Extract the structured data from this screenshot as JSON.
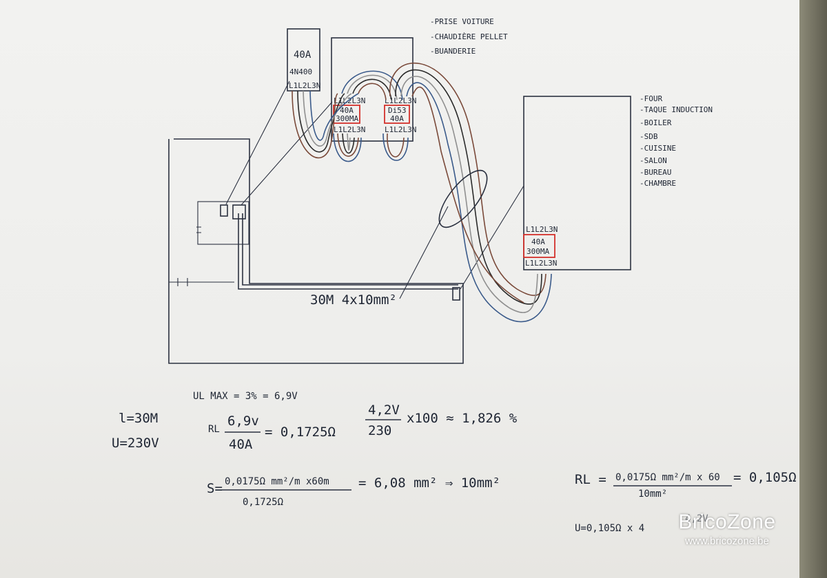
{
  "colors": {
    "ink": "#2b3140",
    "breaker_outline": "#d3302b",
    "wire_brown": "#7a4a3a",
    "wire_black": "#2a2a2a",
    "wire_grey": "#8f8f8f",
    "wire_blue": "#3a5a8a"
  },
  "main_breaker": {
    "rating": "40A",
    "model": "4N400",
    "terminals": "L1L2L3N"
  },
  "sub_panel_left": {
    "top_terminals_1": "L1L2L3N",
    "top_terminals_2": "L1L2L3N",
    "rcd_rating": "40A",
    "rcd_sensitivity": "300MA",
    "breaker_label": "Di53",
    "breaker_rating": "40A",
    "bottom_terminals_1": "L1L2L3N",
    "bottom_terminals_2": "L1L2L3N",
    "circuits": [
      "-PRISE VOITURE",
      "-CHAUDIÈRE PELLET",
      "-BUANDERIE"
    ]
  },
  "sub_panel_right": {
    "top_terminals": "L1L2L3N",
    "rcd_rating": "40A",
    "rcd_sensitivity": "300MA",
    "bottom_terminals": "L1L2L3N",
    "circuits": [
      "-FOUR",
      "-TAQUE INDUCTION",
      "-BOILER",
      "-SDB",
      "-CUISINE",
      "-SALON",
      "-BUREAU",
      "-CHAMBRE"
    ]
  },
  "cable_label": "30M 4x10mm²",
  "calculations": {
    "voltage_drop_max": "UL MAX = 3% = 6,9V",
    "length": "l=30M",
    "voltage": "U=230V",
    "resistance_label": "RL",
    "resistance_num": "6,9v",
    "resistance_den": "40A",
    "resistance_result": "= 0,1725Ω",
    "percent_num": "4,2V",
    "percent_den": "230",
    "percent_result": "x100 ≈ 1,826 %",
    "section_label": "S=",
    "section_num": "0,0175Ω mm²/m x60m",
    "section_den": "0,1725Ω",
    "section_result": "= 6,08 mm² ⇒ 10mm²",
    "rl_label": "RL =",
    "rl_num": "0,0175Ω mm²/m x 60",
    "rl_den": "10mm²",
    "rl_result": "= 0,105Ω",
    "drop_partial": "U=0,105Ω x 4",
    "drop_tail": "4,2V"
  },
  "watermark": {
    "brand": "BricoZone",
    "url": "www.bricozone.be"
  }
}
